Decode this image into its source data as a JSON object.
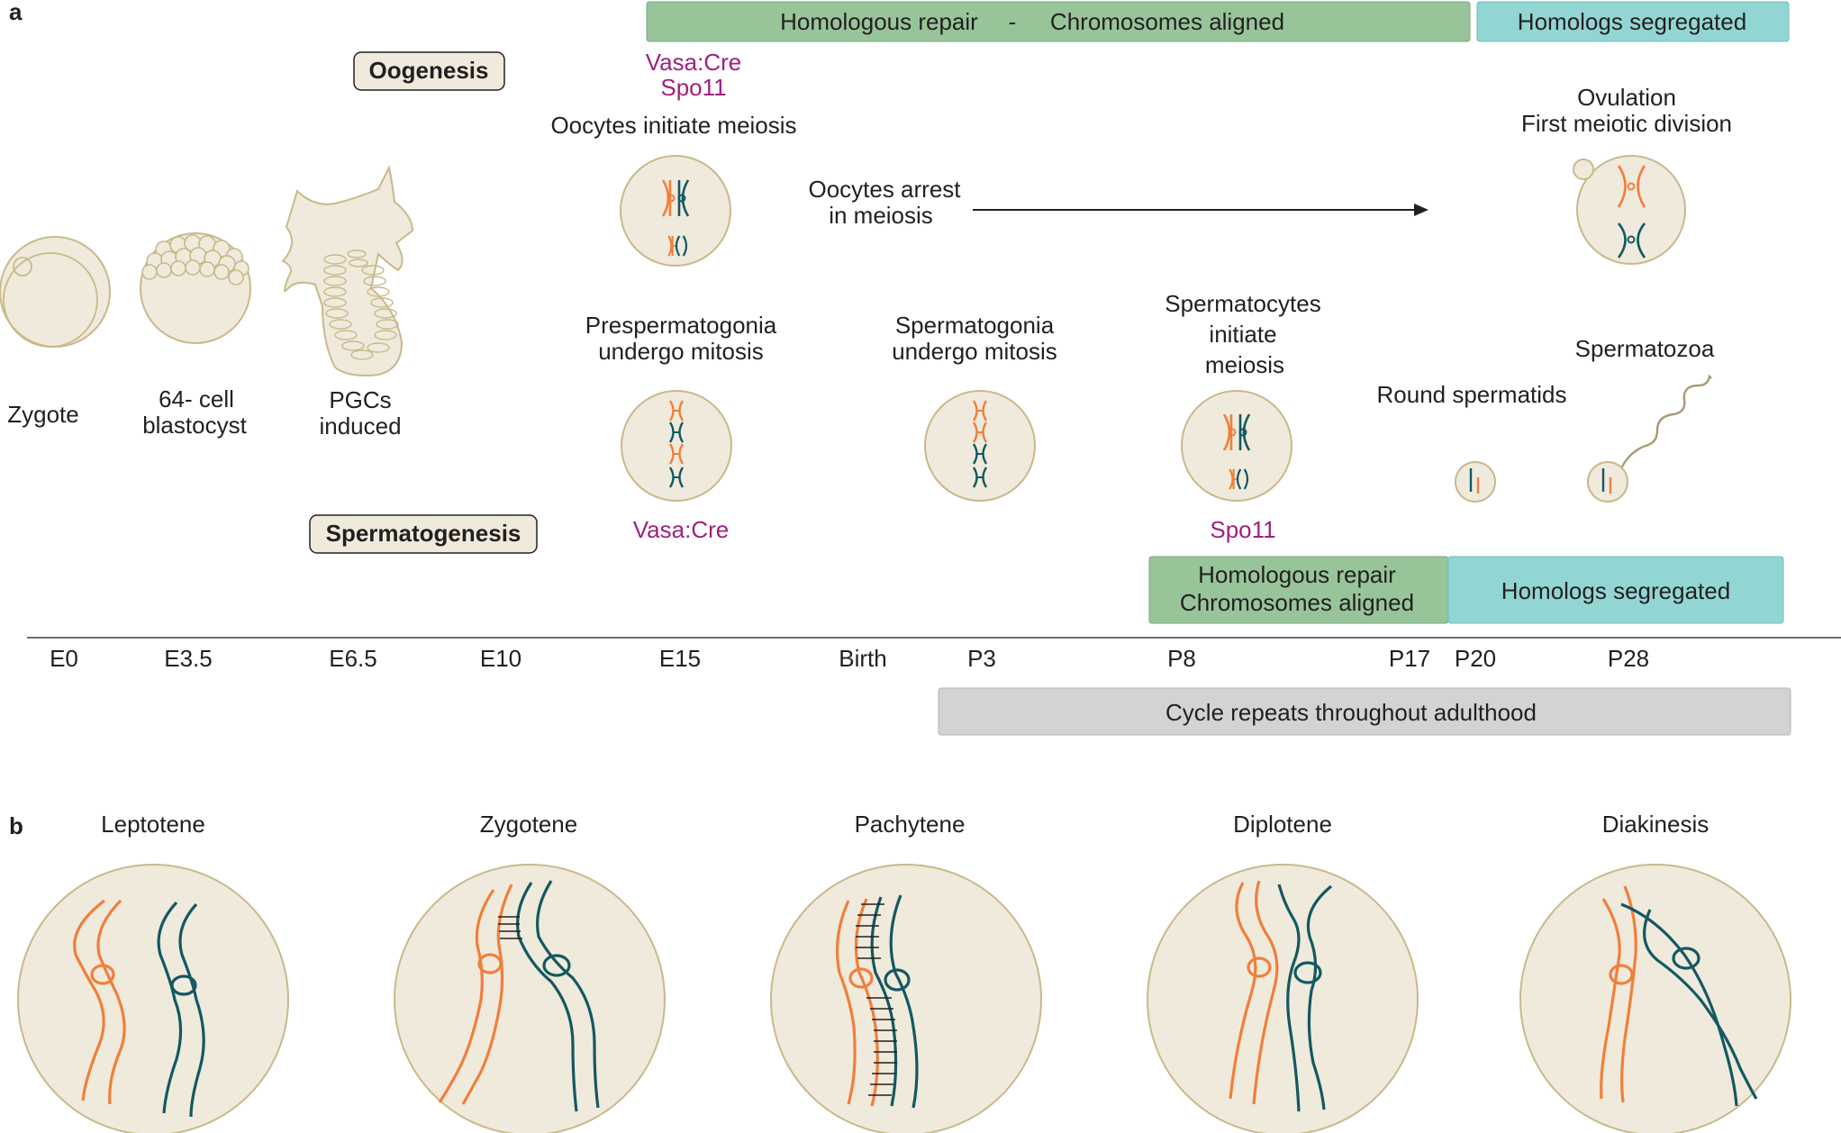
{
  "colors": {
    "orange": "#f07f3c",
    "teal": "#135863",
    "cell_fill": "#efeadb",
    "cell_stroke": "#c9b98a",
    "green_bar": "#98c49a",
    "cyan_bar": "#92d6d4",
    "grey_bar": "#d3d3d5",
    "magenta": "#a0207e",
    "axis": "#6d6e71"
  },
  "panel_a": {
    "label": "a",
    "top_bar_repair": "Homologous repair",
    "top_bar_dash": "-",
    "top_bar_aligned": "Chromosomes aligned",
    "top_bar_segregated": "Homologs segregated",
    "oogenesis_tag": "Oogenesis",
    "spermatogenesis_tag": "Spermatogenesis",
    "vasa_cre_top": "Vasa:Cre",
    "spo11_top": "Spo11",
    "oocytes_initiate": "Oocytes initiate meiosis",
    "oocytes_arrest_1": "Oocytes arrest",
    "oocytes_arrest_2": "in meiosis",
    "ovulation_1": "Ovulation",
    "ovulation_2": "First meiotic division",
    "zygote": "Zygote",
    "blastocyst_1": "64- cell",
    "blastocyst_2": "blastocyst",
    "pgcs_1": "PGCs",
    "pgcs_2": "induced",
    "prespermatogonia_1": "Prespermatogonia",
    "prespermatogonia_2": "undergo mitosis",
    "spermatogonia_1": "Spermatogonia",
    "spermatogonia_2": "undergo mitosis",
    "spermatocytes_1": "Spermatocytes",
    "spermatocytes_2": "initiate",
    "spermatocytes_3": "meiosis",
    "round_spermatids": "Round spermatids",
    "spermatozoa": "Spermatozoa",
    "vasa_cre_bottom": "Vasa:Cre",
    "spo11_bottom": "Spo11",
    "bottom_bar_repair": "Homologous repair",
    "bottom_bar_aligned": "Chromosomes aligned",
    "bottom_bar_segregated": "Homologs segregated",
    "timeline": [
      "E0",
      "E3.5",
      "E6.5",
      "E10",
      "E15",
      "Birth",
      "P3",
      "P8",
      "P17",
      "P20",
      "P28"
    ],
    "cycle_bar": "Cycle repeats throughout adulthood"
  },
  "panel_b": {
    "label": "b",
    "stages": [
      "Leptotene",
      "Zygotene",
      "Pachytene",
      "Diplotene",
      "Diakinesis"
    ]
  }
}
